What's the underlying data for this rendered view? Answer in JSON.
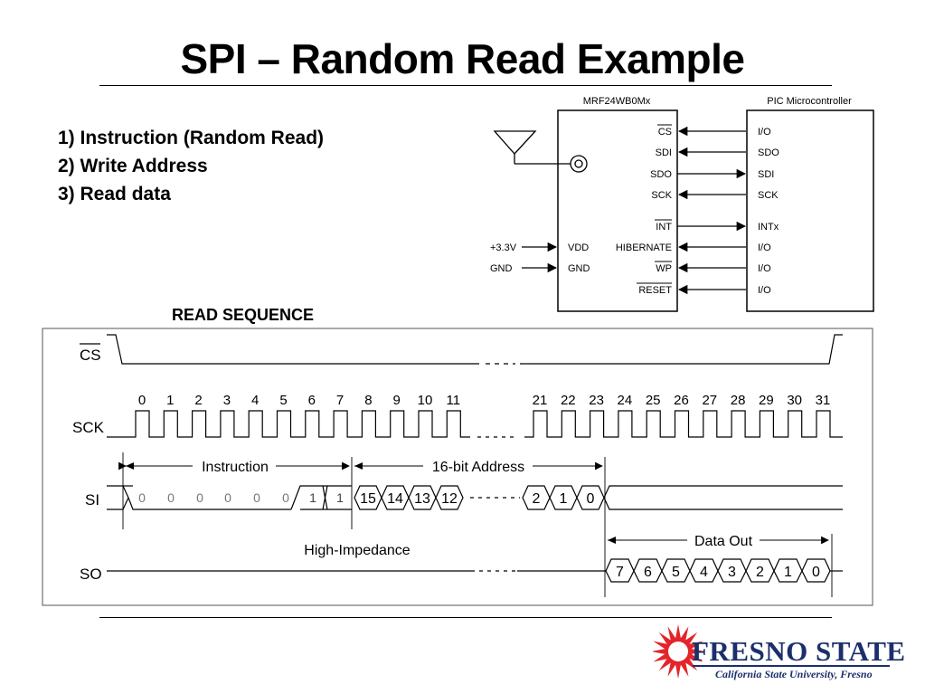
{
  "title": "SPI – Random Read Example",
  "steps": [
    "1) Instruction (Random Read)",
    "2) Write Address",
    "3) Read data"
  ],
  "block": {
    "device_label": "MRF24WB0Mx",
    "mcu_label": "PIC Microcontroller",
    "device_pins_right": [
      "CS",
      "SDI",
      "SDO",
      "SCK",
      "INT",
      "HIBERNATE",
      "WP",
      "RESET"
    ],
    "device_pins_left": [
      "VDD",
      "GND"
    ],
    "mcu_pins": [
      "I/O",
      "SDO",
      "SDI",
      "SCK",
      "INTx",
      "I/O",
      "I/O",
      "I/O"
    ],
    "power_labels": [
      "+3.3V",
      "GND"
    ]
  },
  "timing": {
    "heading": "READ SEQUENCE",
    "signals": [
      "CS",
      "SCK",
      "SI",
      "SO"
    ],
    "clock_numbers_left": [
      "0",
      "1",
      "2",
      "3",
      "4",
      "5",
      "6",
      "7",
      "8",
      "9",
      "10",
      "11"
    ],
    "clock_numbers_right": [
      "21",
      "22",
      "23",
      "24",
      "25",
      "26",
      "27",
      "28",
      "29",
      "30",
      "31"
    ],
    "instruction_label": "Instruction",
    "address_label": "16-bit Address",
    "instruction_bits": [
      "0",
      "0",
      "0",
      "0",
      "0",
      "0",
      "1",
      "1"
    ],
    "address_bits_high": [
      "15",
      "14",
      "13",
      "12"
    ],
    "address_bits_low": [
      "2",
      "1",
      "0"
    ],
    "high_z_label": "High-Impedance",
    "data_out_label": "Data Out",
    "data_bits": [
      "7",
      "6",
      "5",
      "4",
      "3",
      "2",
      "1",
      "0"
    ]
  },
  "logo": {
    "name": "FRESNO STATE",
    "subtitle": "California State University, Fresno",
    "colors": {
      "star": "#e3242b",
      "text": "#1b2f6b"
    }
  }
}
